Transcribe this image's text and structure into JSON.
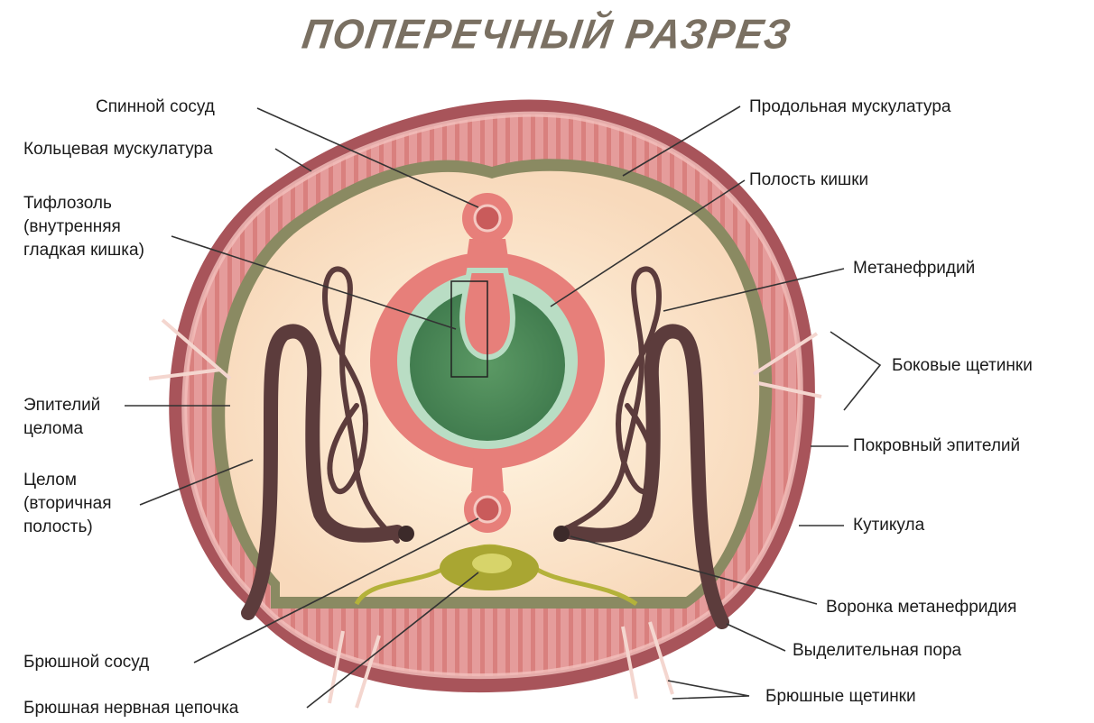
{
  "title": "ПОПЕРЕЧНЫЙ РАЗРЕЗ",
  "labels": {
    "dorsal_vessel": "Спинной сосуд",
    "circular_muscles": "Кольцевая мускулатура",
    "typhlosole": [
      "Тифлозоль",
      "(внутренняя",
      "гладкая кишка)"
    ],
    "coelom_epithelium": [
      "Эпителий",
      "целома"
    ],
    "coelom": [
      "Целом",
      "(вторичная",
      "полость)"
    ],
    "ventral_vessel": "Брюшной сосуд",
    "ventral_nerve_cord": "Брюшная нервная цепочка",
    "longitudinal_muscles": "Продольная мускулатура",
    "gut_cavity": "Полость кишки",
    "metanephridium": "Метанефридий",
    "lateral_setae": "Боковые щетинки",
    "integumentary_epithelium": "Покровный эпителий",
    "cuticle": "Кутикула",
    "nephrostome": "Воронка метанефридия",
    "excretory_pore": "Выделительная пора",
    "ventral_setae": "Брюшные щетинки"
  },
  "colors": {
    "title": "#7a7062",
    "outer_skin": "#a8545a",
    "muscle_layer": "#e3989a",
    "muscle_stripe": "#c9706f",
    "olive_ring": "#8a8a62",
    "coelom_fill": "#fbe4c9",
    "gut_wall": "#e77f7a",
    "gut_lumen": "#4d8a5a",
    "gut_epithelium": "#b9ddc4",
    "nephridium_dark": "#5c3c3c",
    "nerve_cord": "#b4b23a",
    "leader_line": "#333333"
  }
}
